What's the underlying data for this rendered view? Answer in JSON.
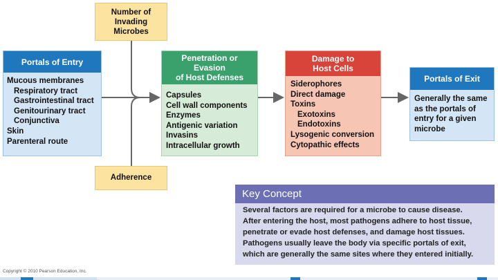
{
  "invading": {
    "label_lines": [
      "Number of",
      "Invading",
      "Microbes"
    ]
  },
  "adherence": {
    "label": "Adherence"
  },
  "portals_entry": {
    "title": "Portals of Entry",
    "items": [
      "Mucous membranes",
      "Respiratory tract",
      "Gastrointestinal tract",
      "Genitourinary tract",
      "Conjunctiva",
      "Skin",
      "Parenteral route"
    ]
  },
  "penetration": {
    "title_lines": [
      "Penetration or",
      "Evasion",
      "of Host Defenses"
    ],
    "items": [
      "Capsules",
      "Cell wall components",
      "Enzymes",
      "Antigenic variation",
      "Invasins",
      "Intracellular growth"
    ]
  },
  "damage": {
    "title_lines": [
      "Damage to",
      "Host Cells"
    ],
    "items": [
      "Siderophores",
      "Direct damage",
      "Toxins",
      "Exotoxins",
      "Endotoxins",
      "Lysogenic conversion",
      "Cytopathic effects"
    ]
  },
  "portals_exit": {
    "title": "Portals of Exit",
    "body_lines": [
      "Generally the same",
      "as the portals of",
      "entry for a given",
      "microbe"
    ]
  },
  "key_concept": {
    "title": "Key Concept",
    "lines": [
      "Several factors are required for a microbe to cause disease.",
      "After entering the host, most pathogens adhere to host tissue,",
      "penetrate or evade host defenses, and damage host tissues.",
      "Pathogens usually leave the body via specific portals of exit,",
      "which are generally the same sites where they entered initially."
    ]
  },
  "copyright": "Copyright © 2010 Pearson Education, Inc.",
  "colors": {
    "blue_header": "#1f78be",
    "blue_body": "#d4e6f5",
    "green_header": "#3aa06c",
    "green_body": "#d6ecd8",
    "red_header": "#d9443a",
    "red_body": "#f7c5b4",
    "yellow": "#fde3a0",
    "key_concept_header": "#6d6fb4",
    "key_concept_body": "#d8d9ec",
    "arrow": "#666666"
  }
}
